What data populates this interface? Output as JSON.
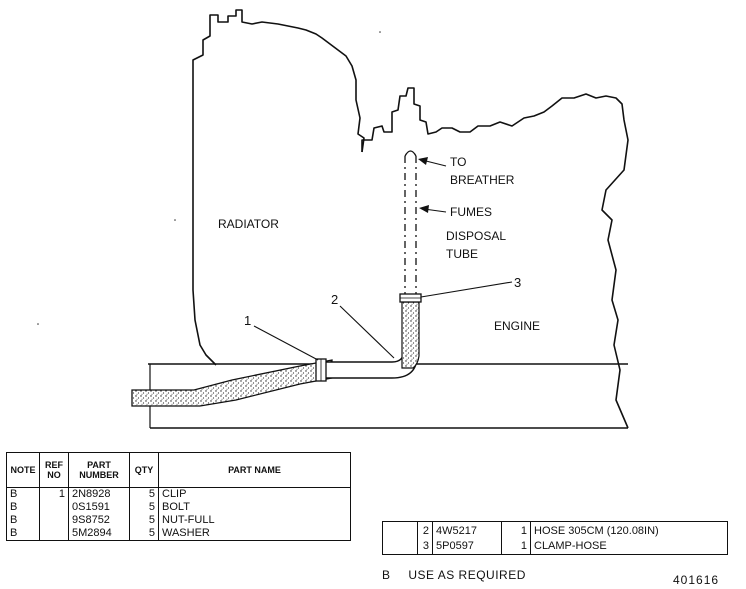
{
  "diagram": {
    "labels": {
      "radiator": "RADIATOR",
      "engine": "ENGINE",
      "to_breather_1": "TO",
      "to_breather_2": "BREATHER",
      "fumes": "FUMES",
      "disposal_1": "DISPOSAL",
      "disposal_2": "TUBE"
    },
    "callouts": [
      "1",
      "2",
      "3"
    ]
  },
  "parts_table": {
    "headers": {
      "note": "NOTE",
      "ref_no_1": "REF",
      "ref_no_2": "NO",
      "part_number_1": "PART",
      "part_number_2": "NUMBER",
      "qty": "QTY",
      "part_name": "PART NAME"
    },
    "rows": [
      {
        "note": "B",
        "ref": "1",
        "part": "2N8928",
        "qty": "5",
        "name": "CLIP"
      },
      {
        "note": "B",
        "ref": "",
        "part": "0S1591",
        "qty": "5",
        "name": "BOLT"
      },
      {
        "note": "B",
        "ref": "",
        "part": "9S8752",
        "qty": "5",
        "name": "NUT-FULL"
      },
      {
        "note": "B",
        "ref": "",
        "part": "5M2894",
        "qty": "5",
        "name": "WASHER"
      }
    ]
  },
  "parts_table_2": {
    "rows": [
      {
        "note": "",
        "ref": "2",
        "part": "4W5217",
        "qty": "1",
        "name": "HOSE 305CM (120.08IN)"
      },
      {
        "note": "",
        "ref": "3",
        "part": "5P0597",
        "qty": "1",
        "name": "CLAMP-HOSE"
      }
    ]
  },
  "footnote": {
    "code": "B",
    "text": "USE AS REQUIRED"
  },
  "figure_number": "401616"
}
